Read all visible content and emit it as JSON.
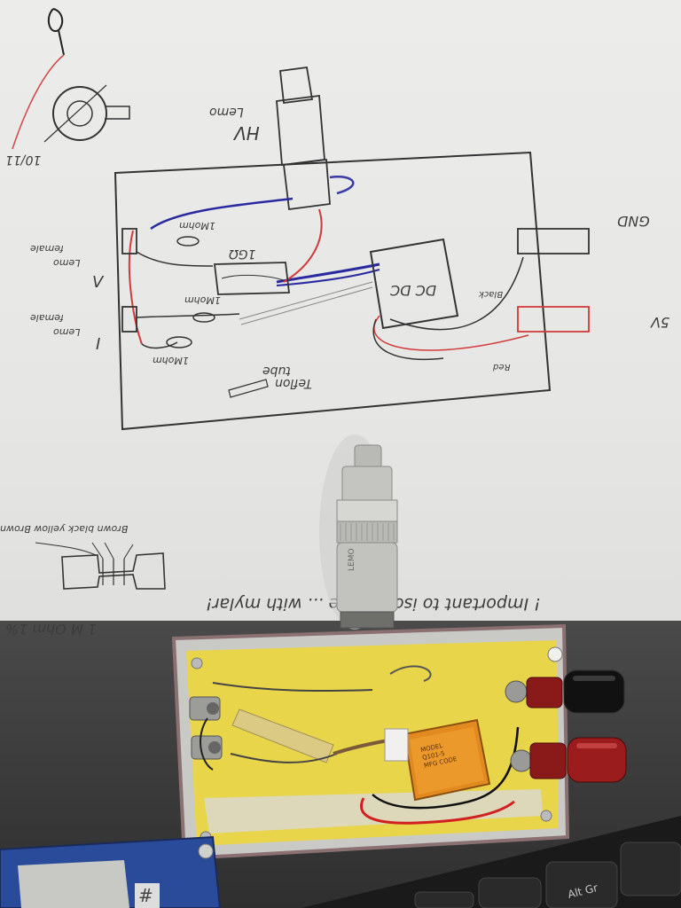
{
  "sketch": {
    "hv_label": "HV",
    "hv_sub": "Lemo",
    "gnd_label": "GND",
    "v5_label": "5V",
    "dcdc_label": "DC DC",
    "r1g_label": "1GΩ",
    "mohm_a": "1Mohm",
    "mohm_b": "1Mohm",
    "mohm_c": "1Mohm",
    "lemo_female_a": "Lemo",
    "lemo_female_a2": "female",
    "lemo_female_b": "Lemo",
    "lemo_female_b2": "female",
    "v_marker": "V",
    "i_marker": "I",
    "teflon_a": "Teflon",
    "teflon_b": "tube",
    "black_label": "Black",
    "red_label": "Red",
    "date_label": "10/11",
    "resistor_note": "Brown black yellow Brown",
    "mohm_note": "1 M Ohm 1%",
    "mylar_note": "! Important to isolate the ... with mylar!"
  },
  "connector": {
    "brand": "LEMO"
  },
  "dcdc_module": {
    "line1": "MODEL",
    "line2": "Q101-5",
    "line3": "MFG CODE"
  },
  "keyboard": {
    "key_label": "Alt Gr"
  },
  "pcb": {
    "mark": "#"
  },
  "colors": {
    "paper": "#ececea",
    "box_lining": "#e8d54a",
    "enclosure": "#c9c9c6",
    "terminal_red": "#8a1a1a",
    "terminal_black": "#111111",
    "wire_blue": "#2a2aa0",
    "wire_red": "#d23a3a"
  }
}
